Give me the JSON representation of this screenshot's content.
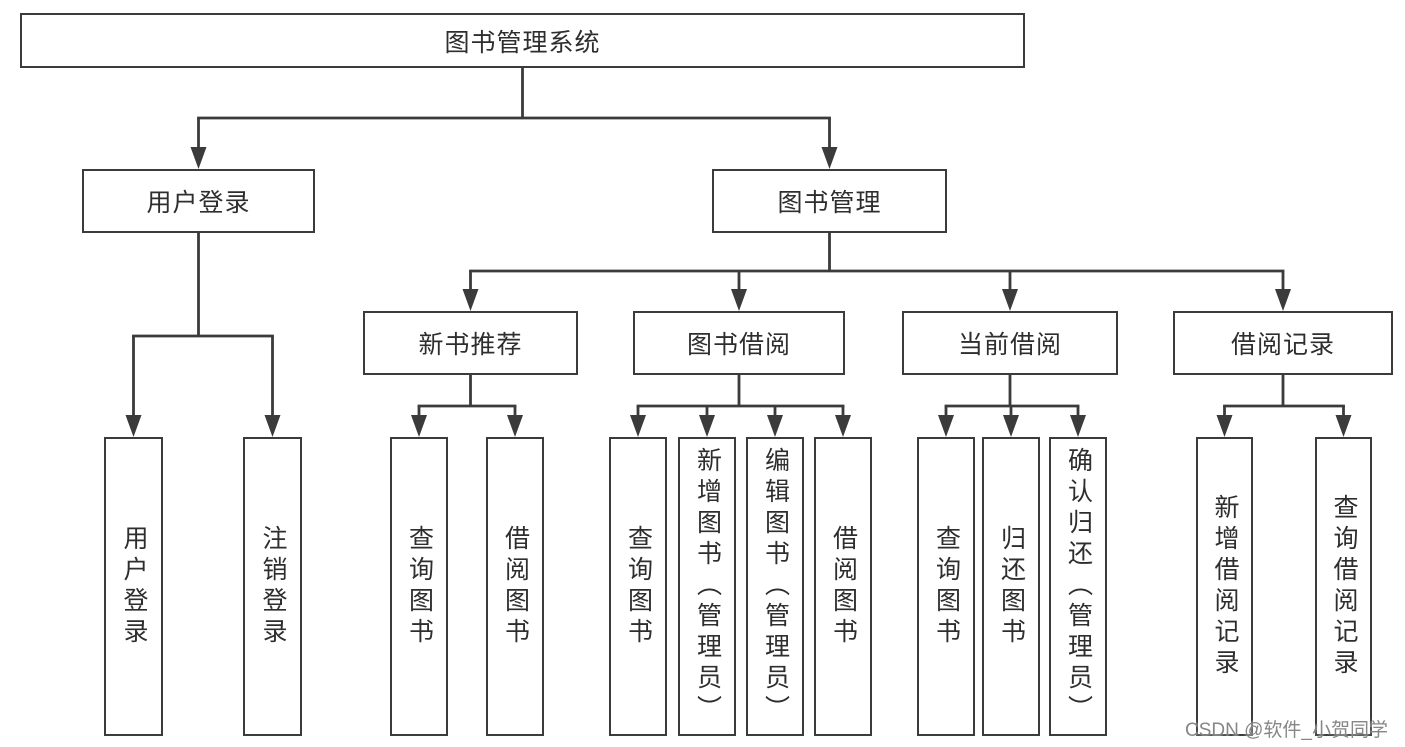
{
  "diagram": {
    "root": {
      "label": "图书管理系统"
    },
    "branches": [
      {
        "label": "用户登录",
        "children": [
          {
            "label": "用户登录"
          },
          {
            "label": "注销登录"
          }
        ]
      },
      {
        "label": "图书管理",
        "children": [
          {
            "label": "新书推荐",
            "children": [
              {
                "label": "查询图书"
              },
              {
                "label": "借阅图书"
              }
            ]
          },
          {
            "label": "图书借阅",
            "children": [
              {
                "label": "查询图书"
              },
              {
                "label": "新增图书（管理员）"
              },
              {
                "label": "编辑图书（管理员）"
              },
              {
                "label": "借阅图书"
              }
            ]
          },
          {
            "label": "当前借阅",
            "children": [
              {
                "label": "查询图书"
              },
              {
                "label": "归还图书"
              },
              {
                "label": "确认归还（管理员）"
              }
            ]
          },
          {
            "label": "借阅记录",
            "children": [
              {
                "label": "新增借阅记录"
              },
              {
                "label": "查询借阅记录"
              }
            ]
          }
        ]
      }
    ]
  },
  "watermark": {
    "text": "CSDN @软件_小贺同学"
  },
  "colors": {
    "line": "#3b3b3b",
    "box_border": "#3b3b3b",
    "text": "#2e2e2e",
    "watermark": "#808080",
    "background": "#ffffff"
  }
}
